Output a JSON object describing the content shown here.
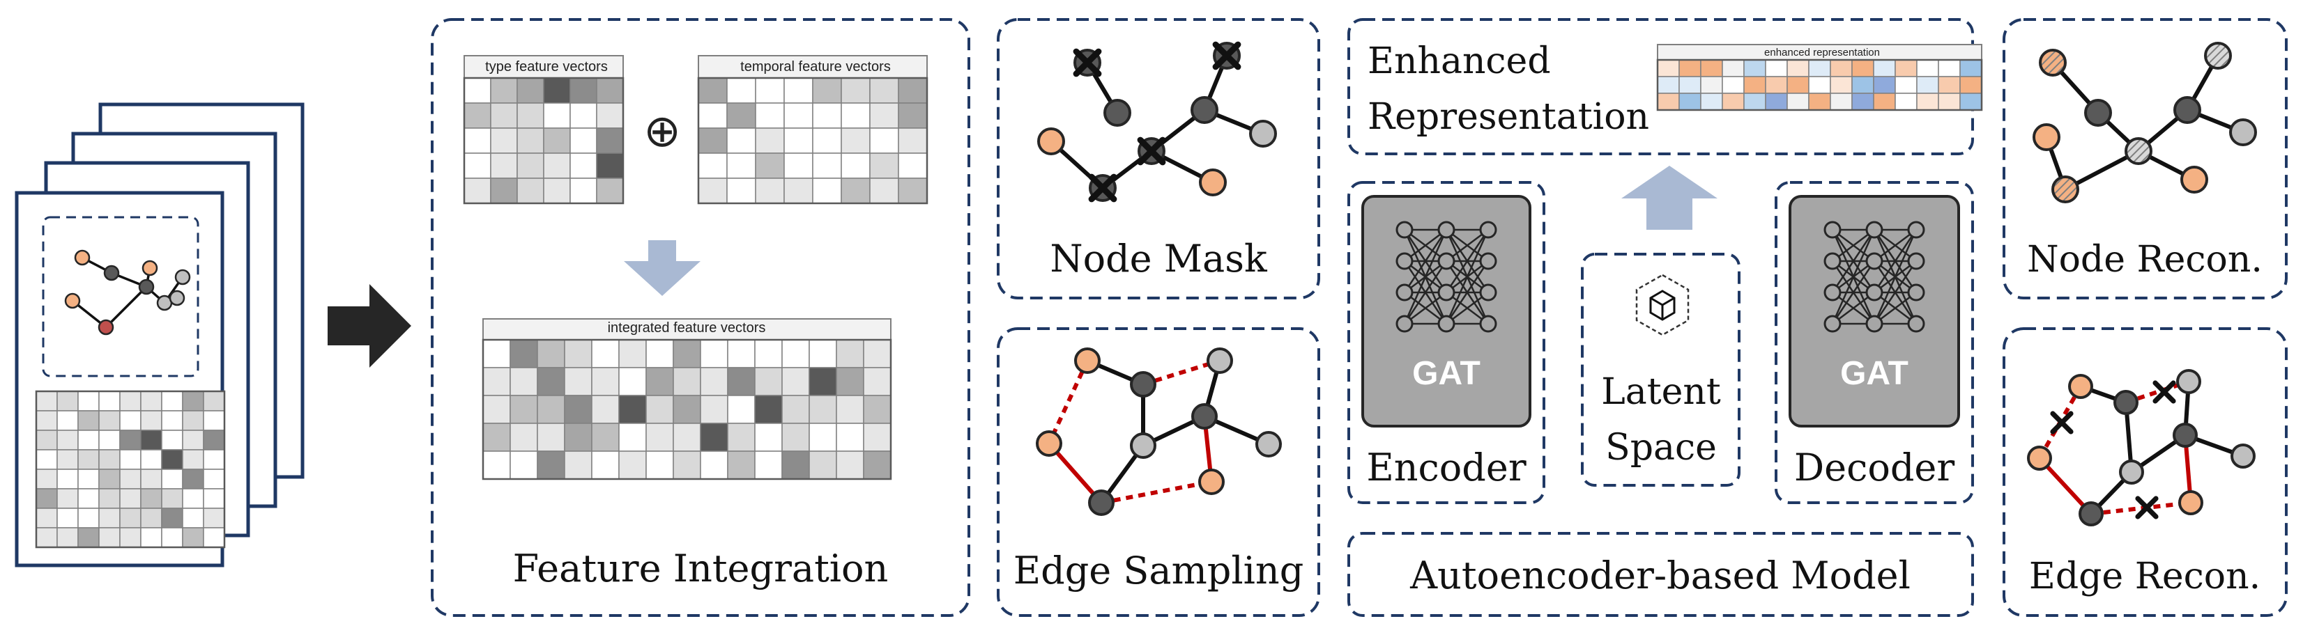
{
  "panels": {
    "feature_integration": {
      "type_label": "type feature vectors",
      "temporal_label": "temporal feature vectors",
      "integrated_label": "integrated feature vectors",
      "plus_symbol": "⊕",
      "caption": "Feature Integration"
    },
    "node_mask": {
      "caption": "Node Mask"
    },
    "edge_sampling": {
      "caption": "Edge Sampling"
    },
    "model": {
      "enhanced_line1": "Enhanced",
      "enhanced_line2": "Representation",
      "enhanced_table_label": "enhanced representation",
      "encoder_badge": "GAT",
      "encoder_caption": "Encoder",
      "latent_line1": "Latent",
      "latent_line2": "Space",
      "decoder_badge": "GAT",
      "decoder_caption": "Decoder",
      "caption": "Autoencoder-based Model"
    },
    "node_recon": {
      "caption": "Node Recon."
    },
    "edge_recon": {
      "caption": "Edge Recon."
    }
  },
  "colors": {
    "panel_border": "#1f3864",
    "node_dark": "#595959",
    "node_light": "#bfbfbf",
    "node_orange": "#f4b183",
    "edge_red": "#c00000",
    "arrow_blue": "#a9b9d3",
    "gat_box": "#a6a6a6"
  },
  "icons": [
    "right-arrow-icon",
    "down-arrow-icon",
    "up-arrow-icon",
    "cube-icon",
    "neural-network-icon",
    "cross-mark-icon",
    "plus-circle-icon"
  ]
}
